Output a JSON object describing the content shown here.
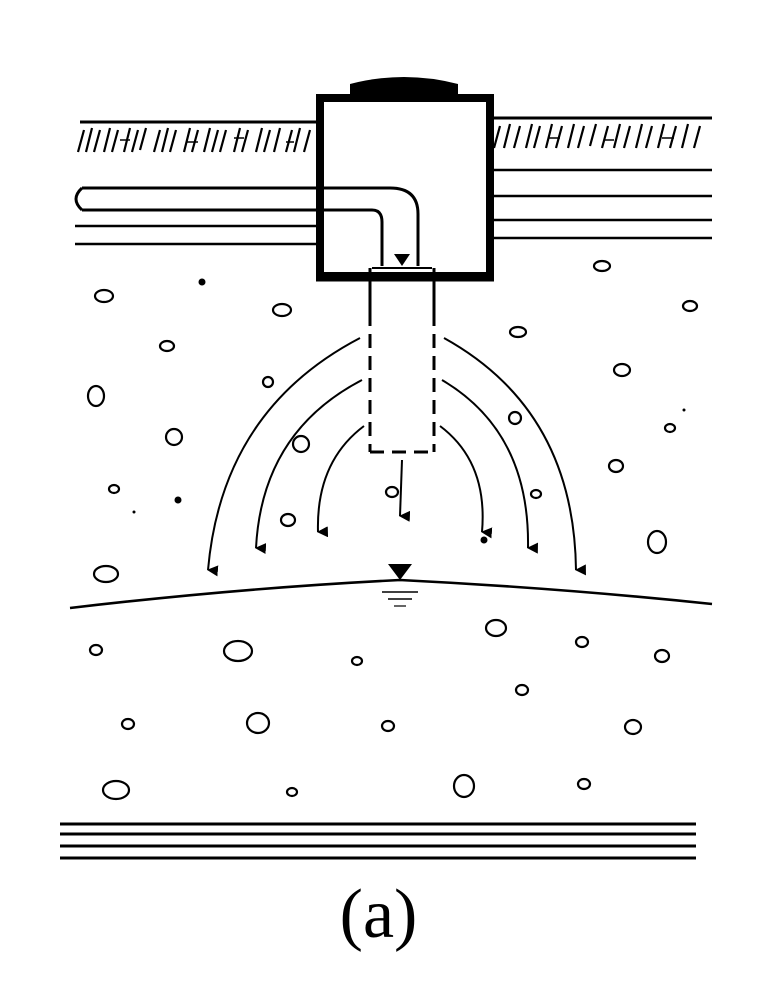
{
  "figure": {
    "caption": "(a)",
    "colors": {
      "ink": "#000000",
      "paper": "#ffffff"
    },
    "components": [
      "ground-surface",
      "soil-layers",
      "inspection-chamber",
      "chamber-cover",
      "inlet-pipe",
      "infiltration-well-tube",
      "seepage-flow-arrows",
      "water-table",
      "gravel-pebbles",
      "bedrock-layer"
    ]
  }
}
